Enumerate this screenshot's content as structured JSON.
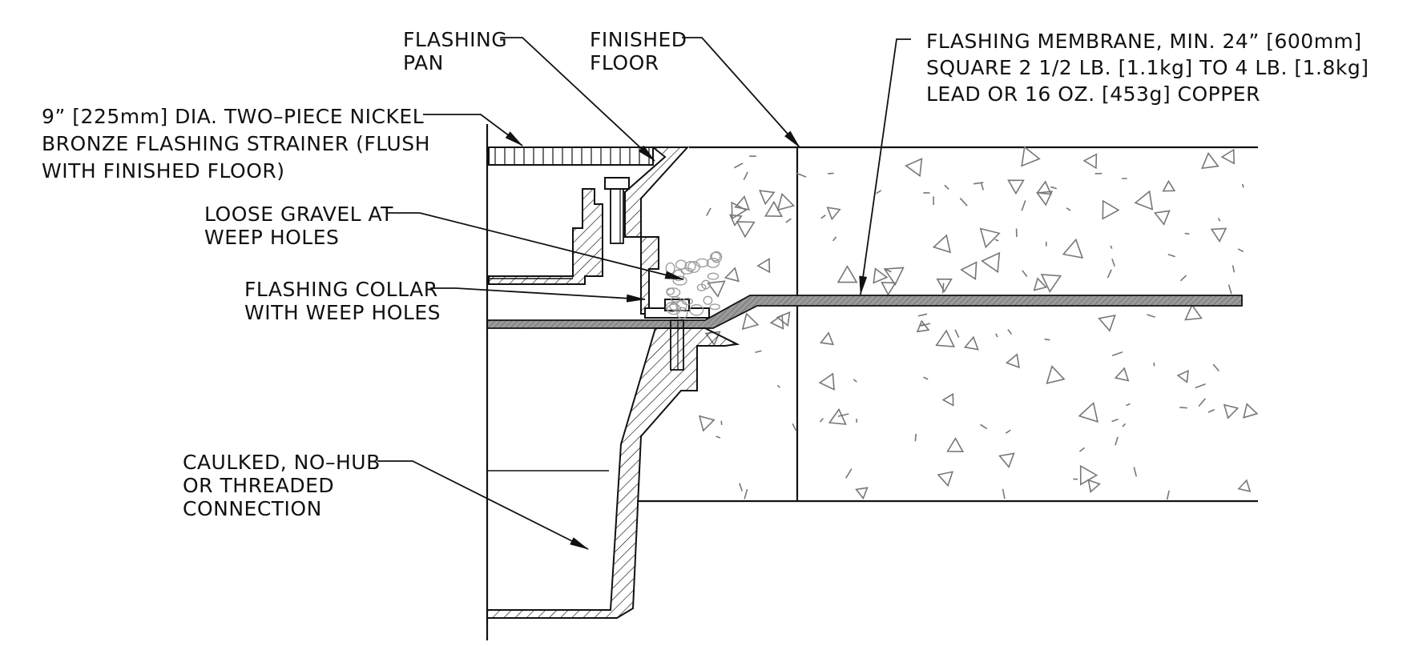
{
  "labels": {
    "strainer": [
      "9” [225mm] DIA. TWO–PIECE NICKEL",
      "BRONZE FLASHING STRAINER (FLUSH",
      "WITH FINISHED FLOOR)"
    ],
    "flashing_pan": [
      "FLASHING",
      "PAN"
    ],
    "finished_floor": [
      "FINISHED",
      "FLOOR"
    ],
    "membrane": [
      "FLASHING MEMBRANE, MIN. 24” [600mm]",
      "SQUARE 2 1/2 LB. [1.1kg] TO 4 LB. [1.8kg]",
      "LEAD OR 16 OZ. [453g] COPPER"
    ],
    "gravel": [
      "LOOSE GRAVEL AT",
      "WEEP HOLES"
    ],
    "collar": [
      "FLASHING COLLAR",
      "WITH WEEP HOLES"
    ],
    "connection": [
      "CAULKED, NO–HUB",
      "OR THREADED",
      "CONNECTION"
    ]
  },
  "colors": {
    "line": "#111111",
    "concrete_marks": "#777777",
    "membrane_fill": "#8a8a8a",
    "gravel": "#999999"
  }
}
